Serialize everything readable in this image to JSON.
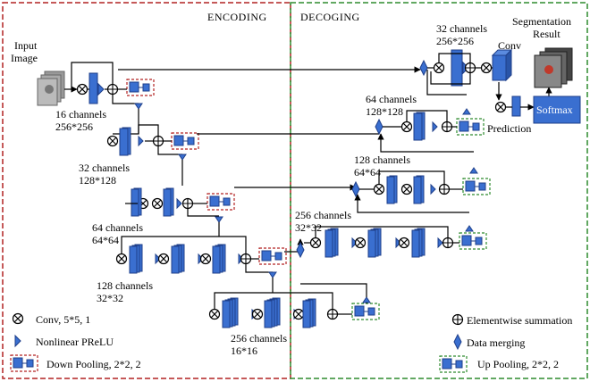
{
  "sections": {
    "encoding": "ENCODING",
    "decoding": "DECOGING"
  },
  "input": {
    "line1": "Input",
    "line2": "Image"
  },
  "output": {
    "line1": "Segmentation",
    "line2": "Result"
  },
  "conv_label": "Conv",
  "softmax_label": "Softmax",
  "prediction_label": "Prediction",
  "encoder_levels": [
    {
      "channels": "16 channels",
      "size": "256*256"
    },
    {
      "channels": "32 channels",
      "size": "128*128"
    },
    {
      "channels": "64 channels",
      "size": "64*64"
    },
    {
      "channels": "128 channels",
      "size": "32*32"
    },
    {
      "channels": "256 channels",
      "size": "16*16"
    }
  ],
  "decoder_levels": [
    {
      "channels": "32 channels",
      "size": "256*256"
    },
    {
      "channels": "64 channels",
      "size": "128*128"
    },
    {
      "channels": "128 channels",
      "size": "64*64"
    },
    {
      "channels": "256 channels",
      "size": "32*32"
    }
  ],
  "legend": {
    "conv": "Conv, 5*5, 1",
    "prelu": "Nonlinear PReLU",
    "down_pool": "Down Pooling, 2*2, 2",
    "sum": "Elementwise summation",
    "merge": "Data merging",
    "up_pool": "Up Pooling, 2*2, 2"
  },
  "colors": {
    "block": "#3a6fd0",
    "block_dark": "#1f3f8a",
    "encoding_border": "#b22222",
    "decoding_border": "#2e8b2e",
    "softmax": "#3a6fd0"
  }
}
